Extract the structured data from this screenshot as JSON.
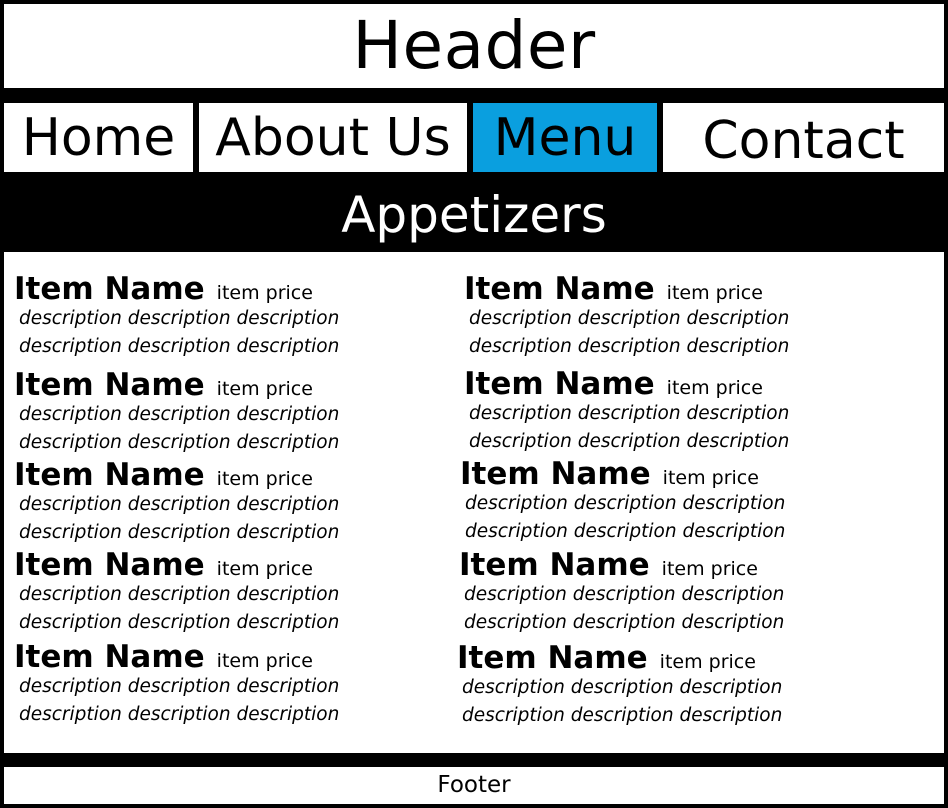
{
  "header": {
    "title": "Header"
  },
  "nav": {
    "items": [
      {
        "label": "Home"
      },
      {
        "label": "About Us"
      },
      {
        "label": "Menu"
      },
      {
        "label": "Contact"
      }
    ],
    "active_color": "#0a9fdf"
  },
  "section": {
    "title": "Appetizers"
  },
  "menu": {
    "items": [
      {
        "name": "Item Name",
        "price": "item price",
        "desc1": "description description description",
        "desc2": "description description description"
      },
      {
        "name": "Item Name",
        "price": "item price",
        "desc1": "description description description",
        "desc2": "description description description"
      },
      {
        "name": "Item Name",
        "price": "item price",
        "desc1": "description description description",
        "desc2": "description description description"
      },
      {
        "name": "Item Name",
        "price": "item price",
        "desc1": "description description description",
        "desc2": "description description description"
      },
      {
        "name": "Item Name",
        "price": "item price",
        "desc1": "description description description",
        "desc2": "description description description"
      },
      {
        "name": "Item Name",
        "price": "item price",
        "desc1": "description description description",
        "desc2": "description description description"
      },
      {
        "name": "Item Name",
        "price": "item price",
        "desc1": "description description description",
        "desc2": "description description description"
      },
      {
        "name": "Item Name",
        "price": "item price",
        "desc1": "description description description",
        "desc2": "description description description"
      },
      {
        "name": "Item Name",
        "price": "item price",
        "desc1": "description description description",
        "desc2": "description description description"
      },
      {
        "name": "Item Name",
        "price": "item price",
        "desc1": "description description description",
        "desc2": "description description description"
      }
    ]
  },
  "footer": {
    "label": "Footer"
  }
}
